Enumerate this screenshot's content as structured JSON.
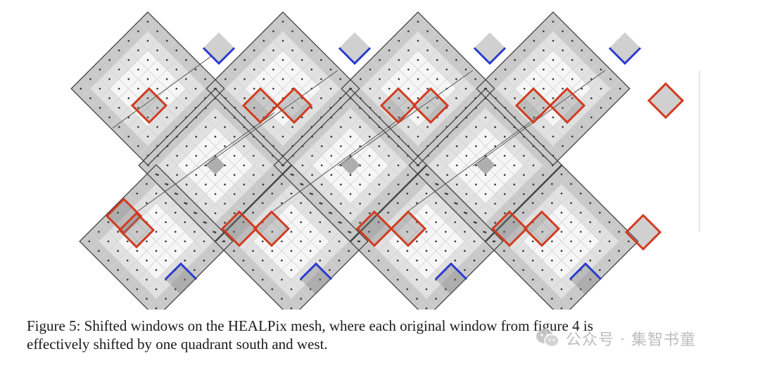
{
  "figure": {
    "caption_line1": "Figure 5: Shifted windows on the HEALPix mesh, where each original window from figure 4 is",
    "caption_line2": "effectively shifted by one quadrant south and west.",
    "colors": {
      "background": "#ffffff",
      "cell_white": "#f6f6f6",
      "cell_light": "#e1e1e1",
      "cell_mid": "#c9c9c9",
      "cell_dark": "#aaaaaa",
      "cell_grid": "#d4d4d4",
      "border": "#444444",
      "window_red": "#d23a1e",
      "window_blue": "#1a2ee0"
    }
  },
  "watermark": {
    "text": "公众号 · 集智书童",
    "icon": "wechat-icon"
  }
}
